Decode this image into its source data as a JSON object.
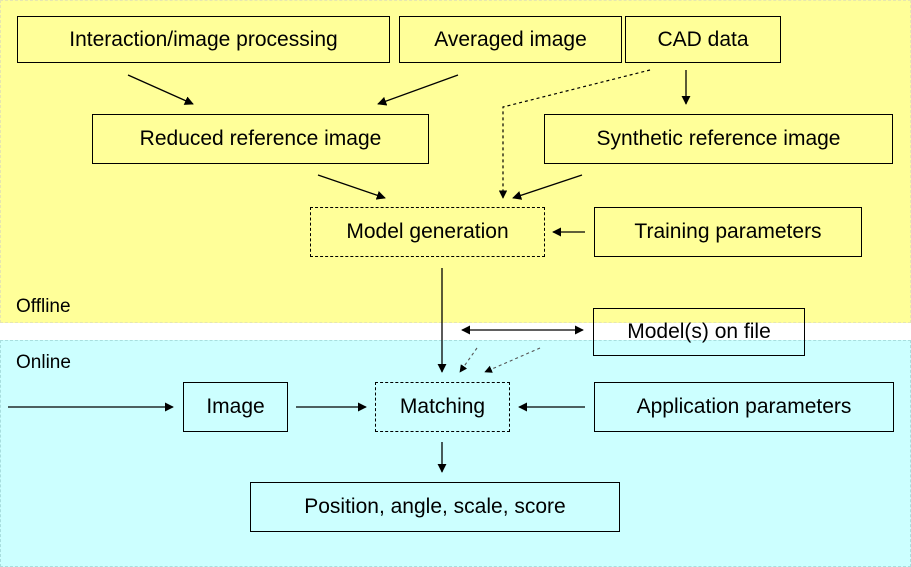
{
  "zones": {
    "offline_label": "Offline",
    "online_label": "Online"
  },
  "nodes": {
    "interaction": "Interaction/image processing",
    "averaged": "Averaged image",
    "cad": "CAD data",
    "reduced": "Reduced reference image",
    "synthetic": "Synthetic reference image",
    "model_generation": "Model generation",
    "training": "Training parameters",
    "models_on_file": "Model(s) on file",
    "image": "Image",
    "matching": "Matching",
    "application": "Application parameters",
    "result": "Position, angle, scale, score"
  }
}
